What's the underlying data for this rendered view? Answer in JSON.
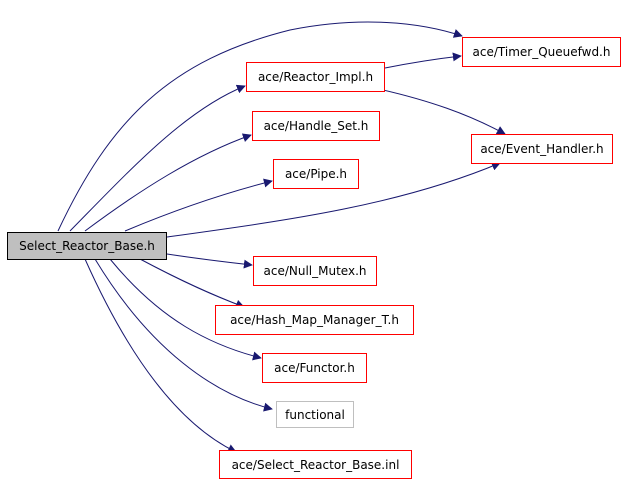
{
  "graph": {
    "root": {
      "label": "Select_Reactor_Base.h"
    },
    "nodes": {
      "timer_queuefwd": {
        "label": "ace/Timer_Queuefwd.h",
        "kind": "header"
      },
      "reactor_impl": {
        "label": "ace/Reactor_Impl.h",
        "kind": "header"
      },
      "handle_set": {
        "label": "ace/Handle_Set.h",
        "kind": "header"
      },
      "event_handler": {
        "label": "ace/Event_Handler.h",
        "kind": "header"
      },
      "pipe": {
        "label": "ace/Pipe.h",
        "kind": "header"
      },
      "null_mutex": {
        "label": "ace/Null_Mutex.h",
        "kind": "header"
      },
      "hash_map_manager": {
        "label": "ace/Hash_Map_Manager_T.h",
        "kind": "header"
      },
      "functor": {
        "label": "ace/Functor.h",
        "kind": "header"
      },
      "functional": {
        "label": "functional",
        "kind": "external"
      },
      "select_reactor_base_inl": {
        "label": "ace/Select_Reactor_Base.inl",
        "kind": "header"
      }
    },
    "edges": [
      [
        "root",
        "timer_queuefwd"
      ],
      [
        "root",
        "reactor_impl"
      ],
      [
        "root",
        "handle_set"
      ],
      [
        "root",
        "pipe"
      ],
      [
        "root",
        "event_handler"
      ],
      [
        "root",
        "null_mutex"
      ],
      [
        "root",
        "hash_map_manager"
      ],
      [
        "root",
        "functor"
      ],
      [
        "root",
        "functional"
      ],
      [
        "root",
        "select_reactor_base_inl"
      ],
      [
        "reactor_impl",
        "timer_queuefwd"
      ],
      [
        "reactor_impl",
        "event_handler"
      ]
    ],
    "colors": {
      "root_fill": "#bfbfbf",
      "root_border": "#000000",
      "node_border": "#ff0000",
      "external_border": "#bfbfbf",
      "edge": "#191970"
    }
  }
}
